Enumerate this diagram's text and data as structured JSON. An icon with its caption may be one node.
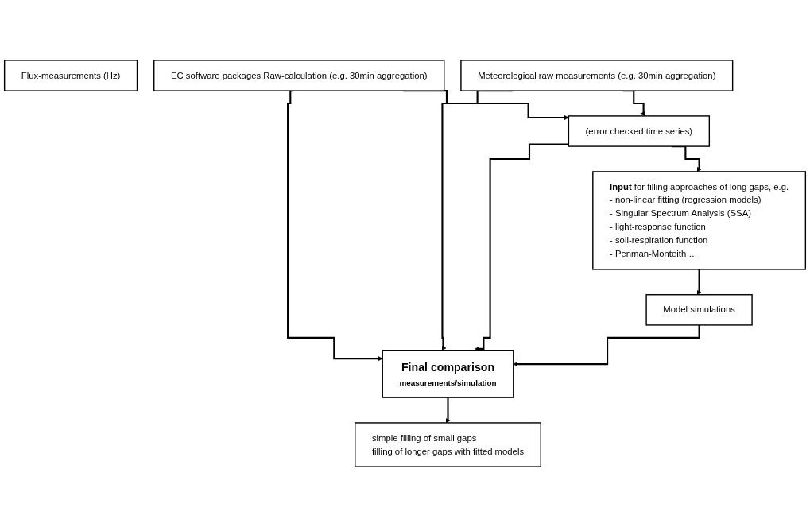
{
  "diagram": {
    "nodes": [
      {
        "text": [
          "Flux-measurements (Hz)"
        ]
      },
      {
        "text": [
          "EC software packages Raw-calculation (e.g. 30min aggregation)"
        ]
      },
      {
        "text": [
          "Meteorological raw measurements (e.g. 30min aggregation)"
        ]
      },
      {
        "text": [
          "(error checked time series)"
        ]
      },
      {
        "text": [
          "**Input** for filling approaches of long gaps, e.g.",
          "- non-linear fitting (regression models)",
          "- Singular Spectrum Analysis (SSA)",
          "- light-response function",
          "- soil-respiration function",
          "- Penman-Monteith …"
        ]
      },
      {
        "text": [
          "Final comparison",
          "measurements/simulation"
        ]
      },
      {
        "text": [
          "Model simulations"
        ]
      },
      {
        "text": [
          "simple filling of small gaps",
          "filling of longer gaps with fitted models"
        ]
      }
    ],
    "edges": [
      {
        "from": 1,
        "to": 3,
        "arrow": "to"
      },
      {
        "from": 2,
        "to": 3,
        "arrow": "to"
      },
      {
        "from": 1,
        "to": 5,
        "arrow": "to"
      },
      {
        "from": 2,
        "to": 5,
        "arrow": "to"
      },
      {
        "from": 3,
        "to": 5,
        "arrow": "to"
      },
      {
        "from": 3,
        "to": 4,
        "arrow": "to"
      },
      {
        "from": 4,
        "to": 6,
        "arrow": "to"
      },
      {
        "from": 6,
        "to": 5,
        "arrow": "to"
      },
      {
        "from": 5,
        "to": 7,
        "arrow": "to"
      }
    ]
  }
}
